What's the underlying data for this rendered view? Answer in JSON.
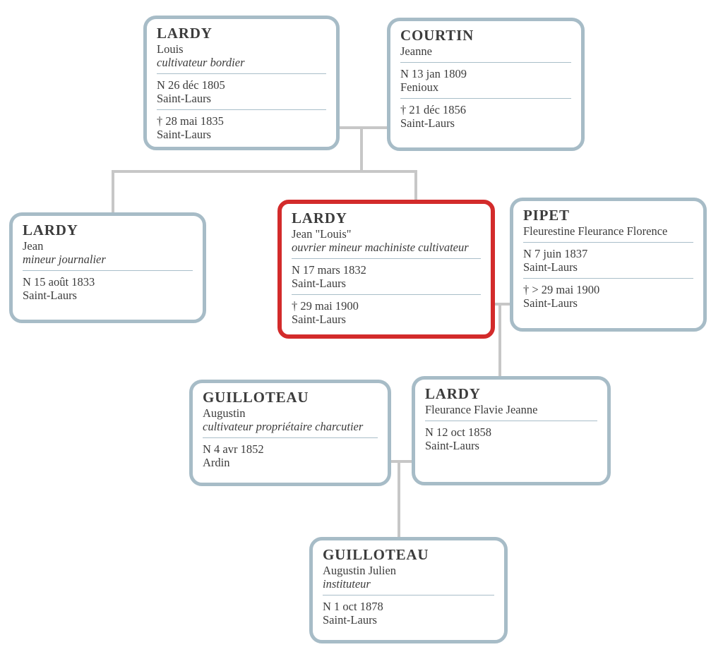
{
  "colors": {
    "box_border": "#a7bcc7",
    "highlight_border": "#d32b2b",
    "connector": "#c7c7c7",
    "divider": "#a9bec9",
    "text": "#3c3c3c"
  },
  "persons": [
    {
      "surname": "LARDY",
      "given": "Louis",
      "occupation": "cultivateur bordier",
      "birth_date": "N 26 déc 1805",
      "birth_place": "Saint-Laurs",
      "death_date": "† 28 mai 1835",
      "death_place": "Saint-Laurs"
    },
    {
      "surname": "COURTIN",
      "given": "Jeanne",
      "birth_date": "N 13 jan 1809",
      "birth_place": "Fenioux",
      "death_date": "† 21 déc 1856",
      "death_place": "Saint-Laurs"
    },
    {
      "surname": "LARDY",
      "given": "Jean",
      "occupation": "mineur journalier",
      "birth_date": "N 15 août 1833",
      "birth_place": "Saint-Laurs"
    },
    {
      "surname": "LARDY",
      "given": "Jean \"Louis\"",
      "occupation": "ouvrier mineur machiniste cultivateur",
      "birth_date": "N 17 mars 1832",
      "birth_place": "Saint-Laurs",
      "death_date": "† 29 mai 1900",
      "death_place": "Saint-Laurs",
      "highlighted": true
    },
    {
      "surname": "PIPET",
      "given": "Fleurestine Fleurance Florence",
      "birth_date": "N 7 juin 1837",
      "birth_place": "Saint-Laurs",
      "death_date": "† > 29 mai 1900",
      "death_place": "Saint-Laurs"
    },
    {
      "surname": "GUILLOTEAU",
      "given": "Augustin",
      "occupation": "cultivateur propriétaire charcutier",
      "birth_date": "N 4 avr 1852",
      "birth_place": "Ardin"
    },
    {
      "surname": "LARDY",
      "given": "Fleurance Flavie Jeanne",
      "birth_date": "N 12 oct 1858",
      "birth_place": "Saint-Laurs"
    },
    {
      "surname": "GUILLOTEAU",
      "given": "Augustin Julien",
      "occupation": "instituteur",
      "birth_date": "N 1 oct 1878",
      "birth_place": "Saint-Laurs"
    }
  ]
}
